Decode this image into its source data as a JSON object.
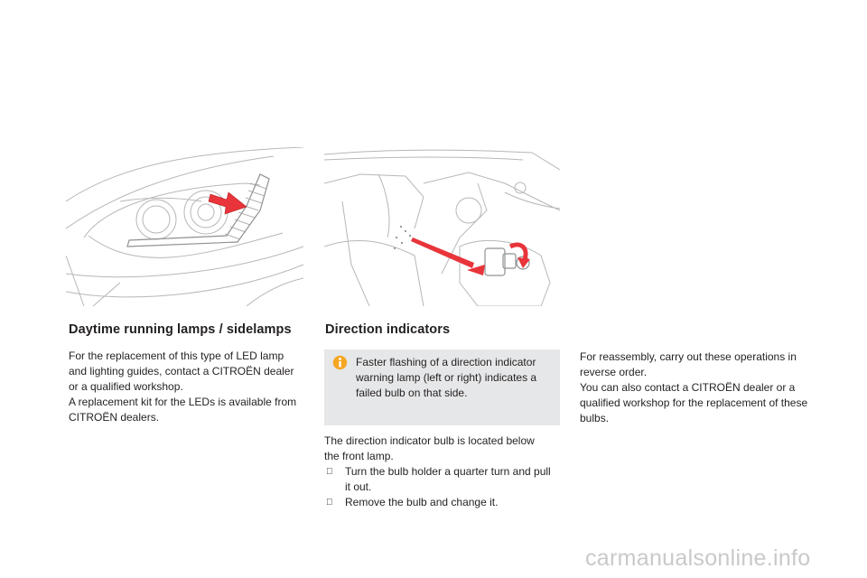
{
  "sections": {
    "drl": {
      "heading": "Daytime running lamps / sidelamps",
      "lines": [
        "For the replacement of this type of LED lamp",
        "and lighting guides, contact a CITROËN dealer",
        "or a qualified workshop.",
        "A replacement kit for the LEDs is available from",
        "CITROËN dealers."
      ]
    },
    "indicators": {
      "heading": "Direction indicators",
      "note": {
        "icon": "info-icon",
        "lines": [
          "Faster flashing of a direction indicator",
          "warning lamp (left or right) indicates a",
          "failed bulb on that side."
        ]
      },
      "intro_lines": [
        "The direction indicator bulb is located below",
        "the front lamp."
      ],
      "steps": [
        [
          "Turn the bulb holder a quarter turn and pull",
          "it out."
        ],
        [
          "Remove the bulb and change it."
        ]
      ],
      "step_marker": ""
    },
    "reassembly": {
      "lines": [
        "For reassembly, carry out these operations in",
        "reverse order.",
        "You can also contact a CITROËN dealer or a",
        "qualified workshop for the replacement of these",
        "bulbs."
      ]
    }
  },
  "watermark": "carmanualsonline.info",
  "colors": {
    "arrow": "#e8343a",
    "note_bg": "#e6e7e8",
    "text": "#231f20",
    "line_art": "#b5b7b9"
  }
}
